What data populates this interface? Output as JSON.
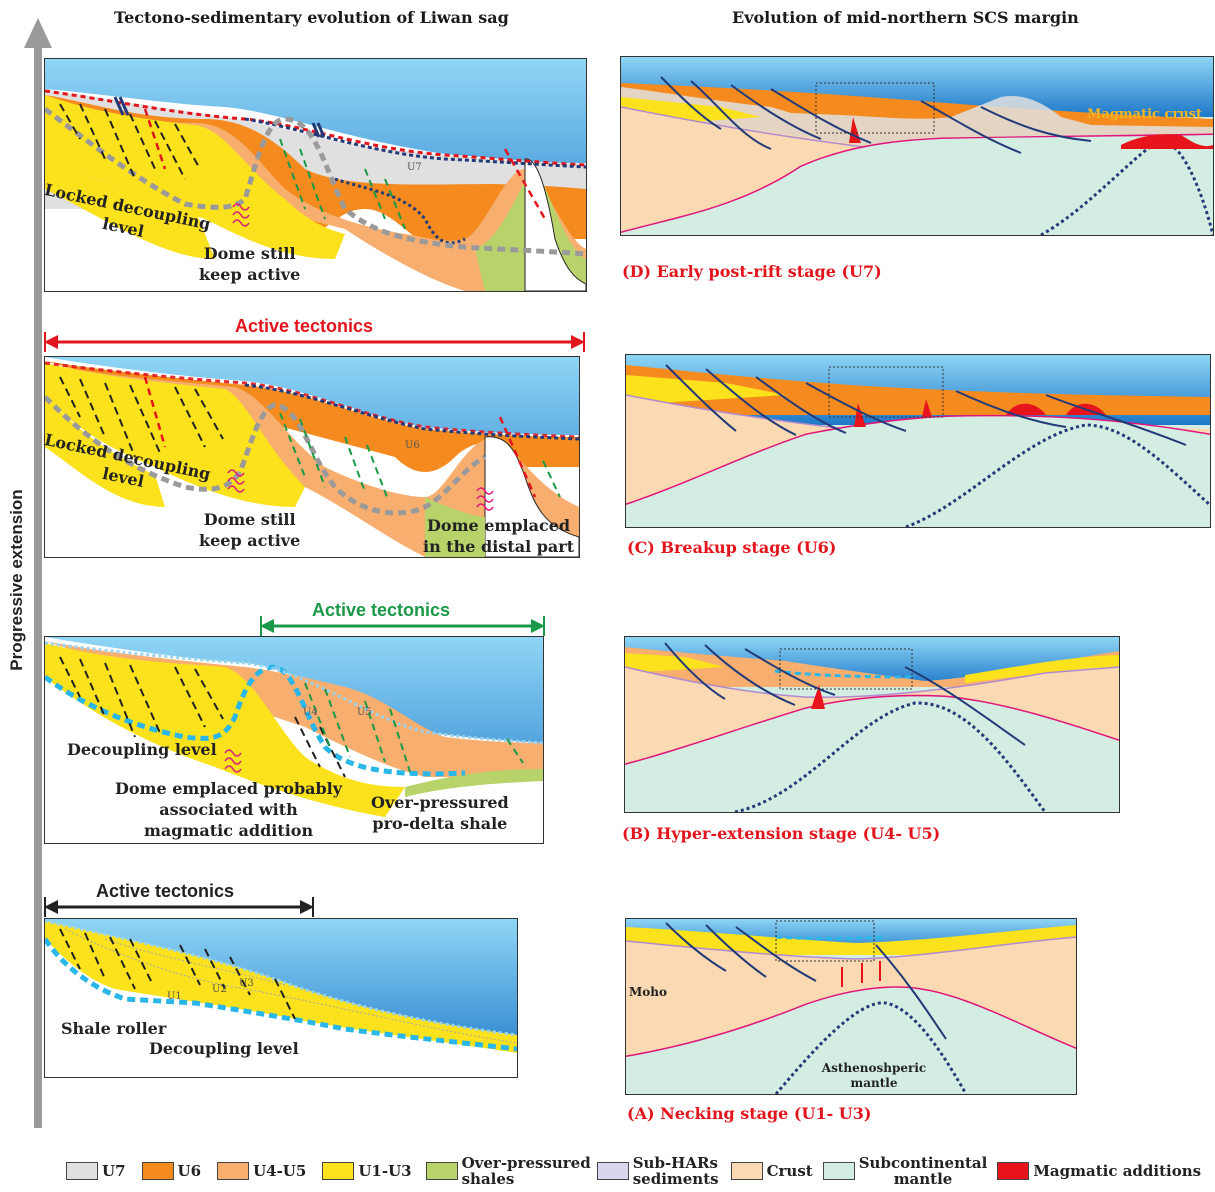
{
  "headers": {
    "left": "Tectono-sedimentary evolution of Liwan  sag",
    "right": "Evolution of mid-northern SCS margin"
  },
  "axis_label": "Progressive extension",
  "left_panels": {
    "d": {
      "unit": "U7",
      "locked": "Locked decoupling\nlevel",
      "dome": "Dome still\nkeep active"
    },
    "c": {
      "active": "Active tectonics",
      "unit": "U6",
      "locked": "Locked decoupling\nlevel",
      "dome": "Dome still\nkeep active",
      "distal": "Dome emplaced\nin the distal part"
    },
    "b": {
      "active": "Active tectonics",
      "u4": "U4",
      "u5": "U5",
      "decoupling": "Decoupling level",
      "dome": "Dome emplaced probably\nassociated with\nmagmatic addition",
      "shale": "Over-pressured\npro-delta shale"
    },
    "a": {
      "active": "Active tectonics",
      "u1": "U1",
      "u2": "U2",
      "u3": "U3",
      "roller": "Shale roller",
      "decoupling": "Decoupling level"
    }
  },
  "right_panels": {
    "d": {
      "stage": "(D)  Early post-rift stage (U7)",
      "magmatic": "Magmatic crust"
    },
    "c": {
      "stage": "(C)  Breakup stage (U6)"
    },
    "b": {
      "stage": "(B) Hyper-extension stage (U4- U5)"
    },
    "a": {
      "stage": "(A)  Necking stage (U1- U3)",
      "moho": "Moho",
      "mantle": "Asthenoshperic\nmantle"
    }
  },
  "legend": [
    {
      "label": "U7",
      "color": "#e0e0e0"
    },
    {
      "label": "U6",
      "color": "#f58b1f"
    },
    {
      "label": "U4-U5",
      "color": "#f7ae6e"
    },
    {
      "label": "U1-U3",
      "color": "#fbe21c"
    },
    {
      "label": "Over-pressured\nshales",
      "color": "#b7d36a"
    },
    {
      "label": "Sub-HARs\nsediments",
      "color": "#dcd5ee"
    },
    {
      "label": "Crust",
      "color": "#fbd9b2"
    },
    {
      "label": "Subcontinental\nmantle",
      "color": "#d4ede2"
    },
    {
      "label": "Magmatic additions",
      "color": "#e8141b"
    }
  ],
  "colors": {
    "sea": "#2d8fd6",
    "sea_top": "#8fd5f5",
    "active_red": "#e3141b",
    "active_green": "#1a9a48",
    "active_black": "#222222",
    "moho": "#e0157a",
    "fault": "#223a78"
  }
}
